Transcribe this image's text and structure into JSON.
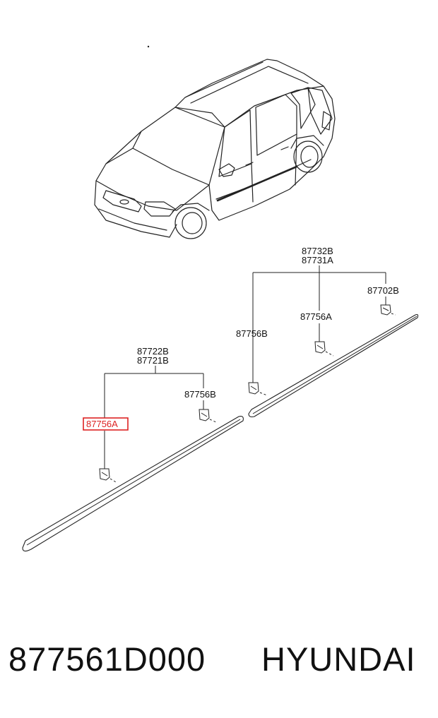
{
  "labels": {
    "group_rear_b": "87732B",
    "group_rear_a": "87731A",
    "clip_rear_end": "87702B",
    "clip_rear_mid": "87756A",
    "clip_rear_front": "87756B",
    "group_front_b": "87722B",
    "group_front_a": "87721B",
    "clip_front_rear": "87756B",
    "clip_front_highlight": "87756A"
  },
  "footer": {
    "part_number": "877561D000",
    "brand": "HYUNDAI"
  },
  "colors": {
    "highlight": "#dd2222",
    "line": "#222222",
    "background": "#ffffff"
  }
}
